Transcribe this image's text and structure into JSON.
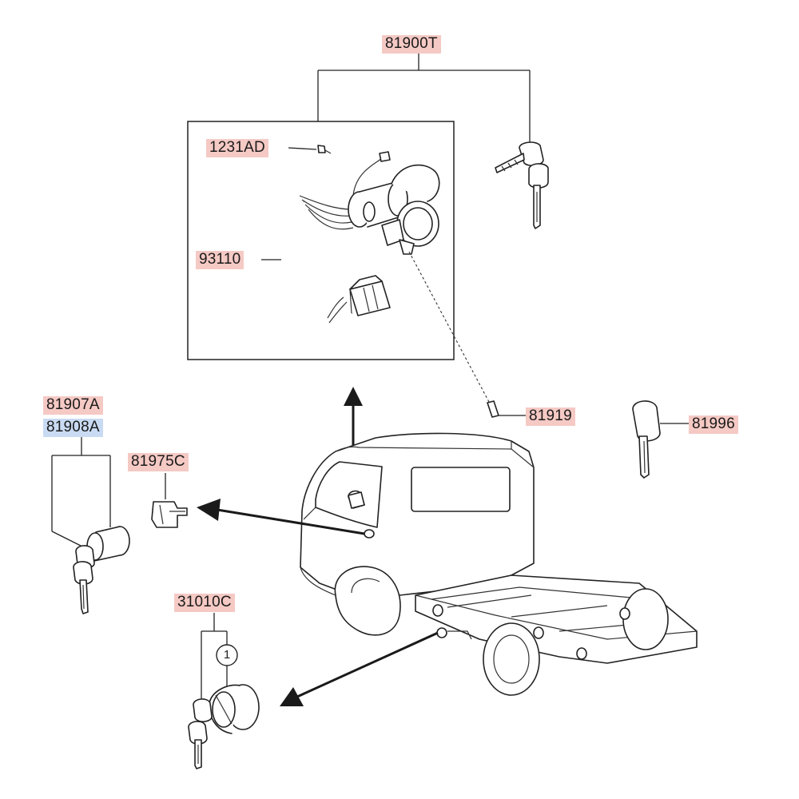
{
  "parts": {
    "ignition_switch_assembly": "81900T",
    "screw": "1231AD",
    "wiring_harness": "93110",
    "shear_bolt": "81919",
    "blank_key": "81996",
    "door_lock_cylinder_a": "81907A",
    "door_lock_cylinder_b": "81908A",
    "retainer_clip": "81975C",
    "fuel_cap_lock": "31010C",
    "callout_number": "1"
  },
  "colors": {
    "label_highlight": "#f5c9c4",
    "label_highlight_alt": "#c9dbf3",
    "line": "#222222"
  }
}
